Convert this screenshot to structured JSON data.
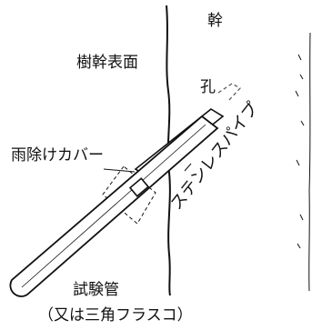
{
  "labels": {
    "trunk": "幹",
    "trunk_surface": "樹幹表面",
    "hole": "孔",
    "rain_cover": "雨除けカバー",
    "stainless_pipe": "ステンレスパイプ",
    "test_tube": "試験管",
    "test_tube_alt": "（又は三角フラスコ）"
  },
  "colors": {
    "ink": "#111111",
    "background": "#ffffff",
    "dashed": "#555555"
  }
}
